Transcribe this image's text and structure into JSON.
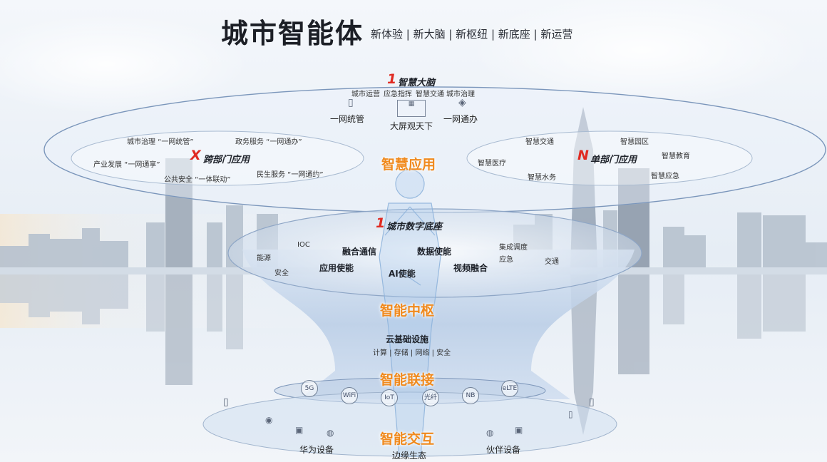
{
  "title": "城市智能体",
  "subtitle": "新体验 | 新大脑 | 新枢纽 | 新底座 | 新运营",
  "layers": {
    "app": "智慧应用",
    "hub": "智能中枢",
    "connect": "智能联接",
    "interact": "智能交互"
  },
  "app_layer": {
    "center": {
      "num": "1",
      "label": "智慧大脑",
      "small_items": [
        "城市运营",
        "应急指挥",
        "智慧交通",
        "城市治理"
      ],
      "icon_items": [
        "一网统管",
        "大屏观天下",
        "一网通办"
      ]
    },
    "left": {
      "num": "X",
      "label": "跨部门应用",
      "items": [
        "城市治理 “一网统管”",
        "政务服务 “一网通办”",
        "产业发展 “一网通享”",
        "民生服务 “一网通约”",
        "公共安全 “一体联动”"
      ]
    },
    "right": {
      "num": "N",
      "label": "单部门应用",
      "items": [
        "智慧交通",
        "智慧园区",
        "智慧教育",
        "智慧医疗",
        "智慧水务",
        "智慧应急"
      ]
    }
  },
  "hub_layer": {
    "num": "1",
    "label": "城市数字底座",
    "items": [
      "融合通信",
      "数据使能",
      "应用使能",
      "AI使能",
      "视频融合",
      "集成调度"
    ],
    "side_items": [
      "IOC",
      "能源",
      "安全",
      "交通",
      "应急"
    ]
  },
  "connect_layer": {
    "infra": "云基础设施",
    "infra_items": "计算 | 存储 | 网络 | 安全",
    "icons": [
      "5G",
      "WiFi",
      "IoT",
      "光纤",
      "NB",
      "eLTE"
    ]
  },
  "interact_layer": {
    "left_label": "华为设备",
    "center_label": "边缘生态",
    "right_label": "伙伴设备"
  }
}
